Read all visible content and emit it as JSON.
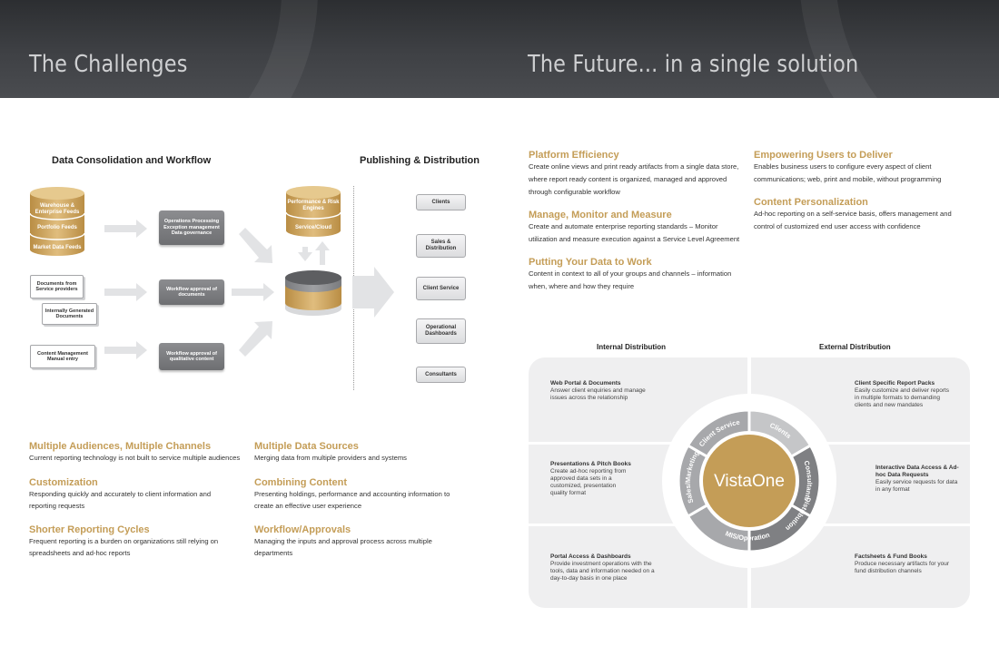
{
  "header": {
    "left_title": "The Challenges",
    "right_title": "The Future... in a single solution"
  },
  "left": {
    "consolidation_label": "Data Consolidation and Workflow",
    "publishing_label": "Publishing & Distribution",
    "source_cylinder": [
      "Warehouse & Enterprise Feeds",
      "Portfolio Feeds",
      "Market Data Feeds"
    ],
    "engines_cylinder": [
      "Performance & Risk Engines",
      "Service/Cloud"
    ],
    "documents": [
      "Documents from Service providers",
      "Internally Generated Documents",
      "Content Management Manual entry"
    ],
    "process_boxes": [
      "Operations Processing Exception management Data governance",
      "Workflow approval of documents",
      "Workflow approval of qualitative content"
    ],
    "distribution": [
      "Clients",
      "Sales & Distribution",
      "Client Service",
      "Operational Dashboards",
      "Consultants"
    ],
    "challenges": [
      {
        "title": "Multiple Audiences, Multiple Channels",
        "text": "Current reporting technology is not built to service multiple audiences"
      },
      {
        "title": "Customization",
        "text": "Responding quickly and accurately to client information and reporting requests"
      },
      {
        "title": "Shorter Reporting Cycles",
        "text": "Frequent reporting is a burden on organizations still relying on spreadsheets and ad-hoc reports"
      },
      {
        "title": "Multiple Data Sources",
        "text": "Merging data from multiple providers and systems"
      },
      {
        "title": "Combining Content",
        "text": "Presenting holdings, performance and accounting information to create an effective user experience"
      },
      {
        "title": "Workflow/Approvals",
        "text": "Managing the inputs and approval process across multiple departments"
      }
    ]
  },
  "right": {
    "benefits": [
      {
        "title": "Platform Efficiency",
        "text": "Create online views and print ready artifacts from a single data store, where report ready content is organized, managed and approved through configurable workflow"
      },
      {
        "title": "Manage, Monitor and Measure",
        "text": "Create and automate enterprise reporting standards – Monitor utilization and measure execution against a Service Level Agreement"
      },
      {
        "title": "Putting Your Data to Work",
        "text": "Content in context to all of your groups and channels – information when, where and how they require"
      },
      {
        "title": "Empowering Users to Deliver",
        "text": "Enables business users to configure every aspect of client communications; web, print and mobile, without programming"
      },
      {
        "title": "Content Personalization",
        "text": "Ad-hoc reporting on a self-service basis, offers management and control of customized end user access with confidence"
      }
    ],
    "internal_label": "Internal Distribution",
    "external_label": "External Distribution",
    "hub": "VistaOne",
    "ring_segments": [
      "Client Service",
      "Clients",
      "Consultants",
      "Distribution",
      "MIS/Operations",
      "Sales/Marketing"
    ],
    "quadrants": [
      {
        "title": "Web Portal & Documents",
        "text": "Answer client enquiries and manage issues across the relationship"
      },
      {
        "title": "Presentations & Pitch Books",
        "text": "Create ad-hoc reporting from approved data sets in a customized, presentation quality format"
      },
      {
        "title": "Portal Access & Dashboards",
        "text": "Provide investment operations with the tools, data and information needed on a day-to-day basis in one place"
      },
      {
        "title": "Client Specific Report Packs",
        "text": "Easily customize and deliver reports in multiple formats to demanding clients and new mandates"
      },
      {
        "title": "Interactive Data Access & Ad-hoc Data Requests",
        "text": "Easily service requests for data in any format"
      },
      {
        "title": "Factsheets & Fund Books",
        "text": "Produce necessary artifacts for your fund distribution channels"
      }
    ]
  },
  "colors": {
    "gold": "#c49d57",
    "header_dark": "#3f4145",
    "ring_gray": "#a7a8ab"
  }
}
